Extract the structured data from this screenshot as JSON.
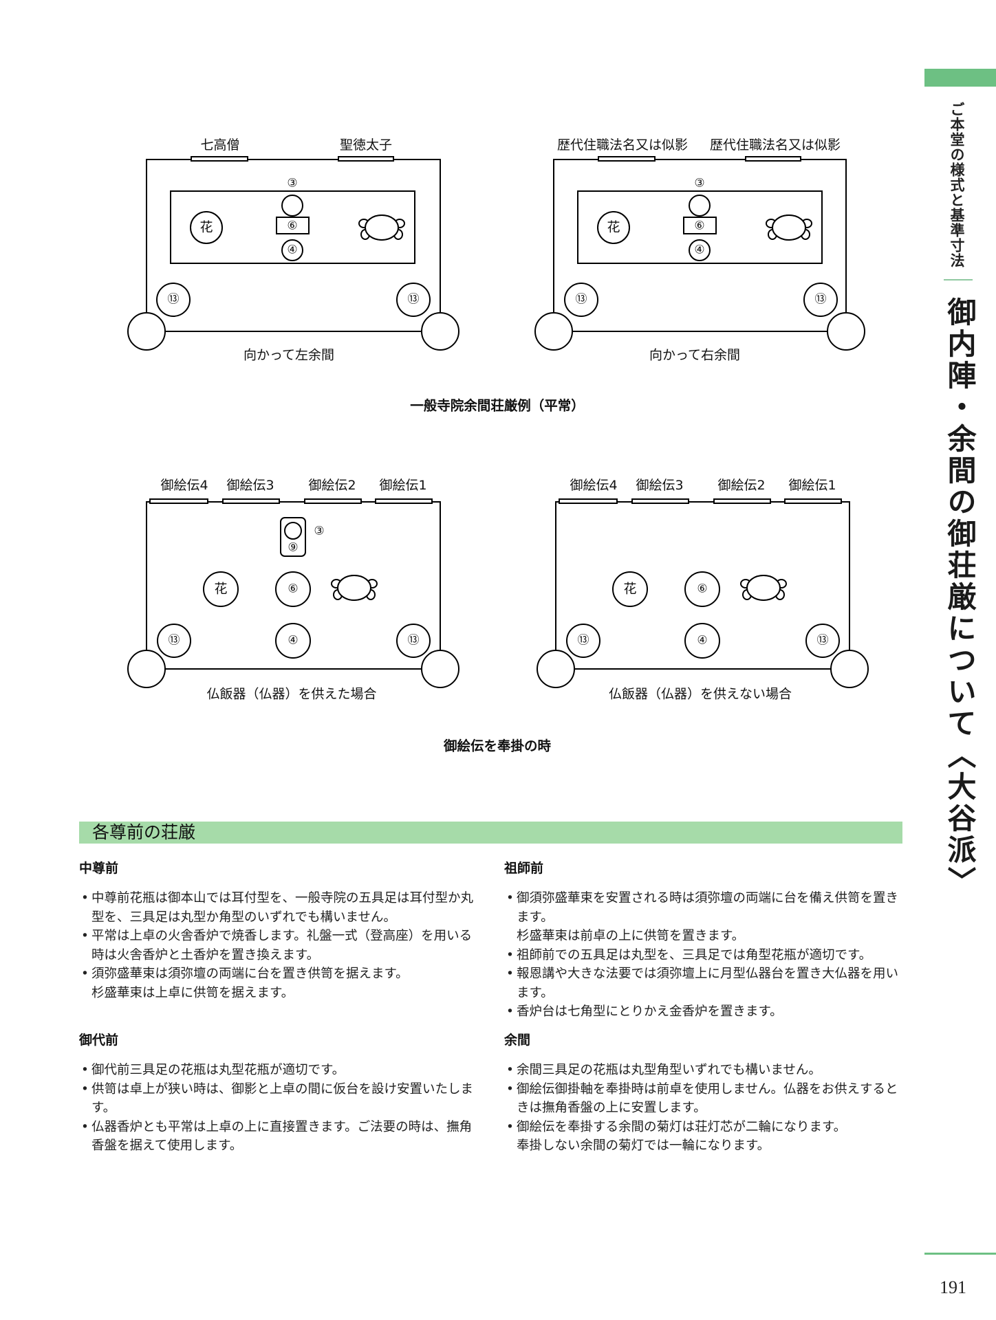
{
  "side": {
    "running_title": "ご本堂の様式と基準寸法",
    "main_title": "御内陣・余間の御荘厳について〈大谷派〉",
    "page_number": "191"
  },
  "diagrams": {
    "group_captions": {
      "top": "一般寺院余間荘厳例（平常）",
      "bottom": "御絵伝を奉掛の時"
    },
    "panels": [
      {
        "headers": [
          "七高僧",
          "聖徳太子"
        ],
        "markers": {
          "m3": "③",
          "m6": "⑥",
          "m4": "④",
          "m13": "⑬",
          "flower": "花"
        },
        "caption": "向かって左余間"
      },
      {
        "headers": [
          "歴代住職法名又は似影",
          "歴代住職法名又は似影"
        ],
        "markers": {
          "m3": "③",
          "m6": "⑥",
          "m4": "④",
          "m13": "⑬",
          "flower": "花"
        },
        "caption": "向かって右余間"
      },
      {
        "headers": [
          "御絵伝4",
          "御絵伝3",
          "御絵伝2",
          "御絵伝1"
        ],
        "markers": {
          "m3": "③",
          "m9": "⑨",
          "m6": "⑥",
          "m4": "④",
          "m13": "⑬",
          "flower": "花"
        },
        "caption": "仏飯器（仏器）を供えた場合"
      },
      {
        "headers": [
          "御絵伝4",
          "御絵伝3",
          "御絵伝2",
          "御絵伝1"
        ],
        "markers": {
          "m6": "⑥",
          "m4": "④",
          "m13": "⑬",
          "flower": "花"
        },
        "caption": "仏飯器（仏器）を供えない場合"
      }
    ]
  },
  "section": {
    "title": "各尊前の荘厳",
    "columns": [
      {
        "blocks": [
          {
            "heading": "中尊前",
            "items": [
              "中尊前花瓶は御本山では耳付型を、一般寺院の五具足は耳付型か丸型を、三具足は丸型か角型のいずれでも構いません。",
              "平常は上卓の火舎香炉で焼香します。礼盤一式（登高座）を用いる時は火舎香炉と土香炉を置き換えます。",
              "須弥盛華束は須弥壇の両端に台を置き供笥を据えます。",
              "杉盛華束は上卓に供笥を据えます。"
            ]
          },
          {
            "heading": "御代前",
            "items": [
              "御代前三具足の花瓶は丸型花瓶が適切です。",
              "供笥は卓上が狭い時は、御影と上卓の間に仮台を設け安置いたします。",
              "仏器香炉とも平常は上卓の上に直接置きます。ご法要の時は、撫角香盤を据えて使用します。"
            ]
          }
        ]
      },
      {
        "blocks": [
          {
            "heading": "祖師前",
            "items": [
              "御須弥盛華束を安置される時は須弥壇の両端に台を備え供笥を置きます。",
              "杉盛華束は前卓の上に供笥を置きます。",
              "祖師前での五具足は丸型を、三具足では角型花瓶が適切です。",
              "報恩講や大きな法要では須弥壇上に月型仏器台を置き大仏器を用います。",
              "香炉台は七角型にとりかえ金香炉を置きます。"
            ]
          },
          {
            "heading": "余間",
            "items": [
              "余間三具足の花瓶は丸型角型いずれでも構いません。",
              "御絵伝御掛軸を奉掛時は前卓を使用しません。仏器をお供えするときは撫角香盤の上に安置します。",
              "御絵伝を奉掛する余間の菊灯は荘灯芯が二輪になります。",
              "奉掛しない余間の菊灯では一輪になります。"
            ]
          }
        ]
      }
    ]
  }
}
